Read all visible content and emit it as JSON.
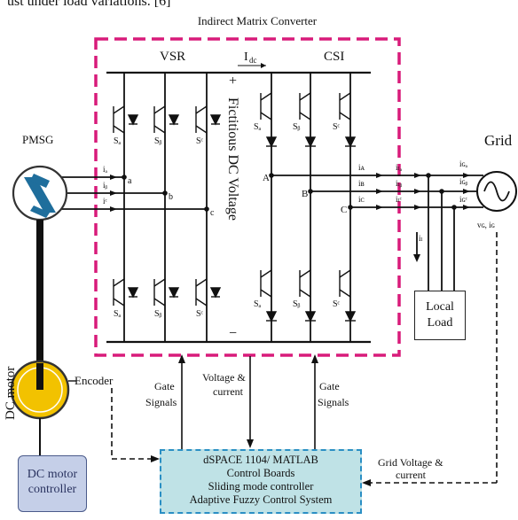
{
  "caption": "ust under load variations. [6]",
  "labels": {
    "title": "Indirect Matrix Converter",
    "vsr": "VSR",
    "csi": "CSI",
    "idc": "I",
    "idc_sub": "dc",
    "plus": "+",
    "minus": "−",
    "dc_voltage": "Fictitious DC Voltage",
    "pmsg": "PMSG",
    "grid": "Grid",
    "dc_motor": "DC motor",
    "encoder": "Encoder",
    "gate_signals_left": [
      "Gate",
      "Signals"
    ],
    "voltage_current": [
      "Voltage &",
      "current"
    ],
    "gate_signals_right": [
      "Gate",
      "Signals"
    ],
    "grid_voltage_current": [
      "Grid Voltage &",
      "current"
    ],
    "node_a": "A",
    "node_b": "B",
    "node_c": "C",
    "node_a_small": "a",
    "node_b_small": "b",
    "node_c_small": "c",
    "vsr_switches_top": [
      "Sₐ",
      "Sᵦ",
      "Sᶜ"
    ],
    "vsr_switches_bottom": [
      "Sₐ",
      "Sᵦ",
      "Sᶜ"
    ],
    "csi_switches_top": [
      "Sₐ",
      "Sᵦ",
      "Sᶜ"
    ],
    "csi_switches_bottom": [
      "Sₐ",
      "Sᵦ",
      "Sᶜ"
    ],
    "currents_left": [
      "iₐ",
      "iᵦ",
      "iᶜ"
    ],
    "currents_mid": [
      "iᴀ",
      "iʙ",
      "iᴄ"
    ],
    "currents_grid_in": [
      "iₗₐ",
      "iₗᵦ",
      "iₗᶜ"
    ],
    "currents_grid": [
      "iɢₐ",
      "iɢᵦ",
      "iɢᶜ"
    ],
    "load_current": "iₗ",
    "grid_voltage_label": "vɢ, iɢ"
  },
  "control_box": [
    "dSPACE 1104/ MATLAB",
    "Control Boards",
    "Sliding mode controller",
    "Adaptive Fuzzy Control System"
  ],
  "dc_motor_controller": [
    "DC motor",
    "controller"
  ],
  "local_load": [
    "Local",
    "Load"
  ],
  "colors": {
    "imc_border": "#d81b7a",
    "pmsg_blade": "#1f6e9c",
    "motor_fill": "#f2c200",
    "control_fill": "#bfe2e6",
    "control_border": "#2a8fc4",
    "dc_ctrl_fill": "#c5cfe8"
  }
}
